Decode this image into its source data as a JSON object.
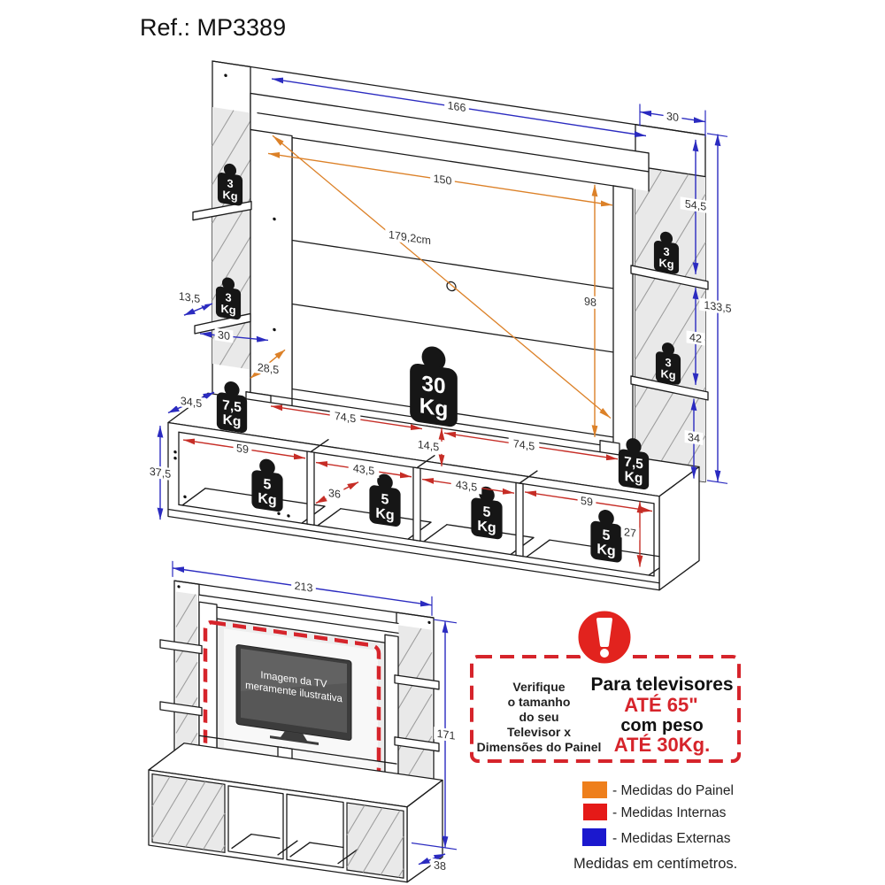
{
  "title": "Ref.: MP3389",
  "colors": {
    "panel_orange": "#DC8128",
    "internal_red": "#C62D26",
    "external_blue": "#2B2BC0",
    "legend_orange": "#EE7F1C",
    "legend_red": "#E51A18",
    "legend_blue": "#1B18CE",
    "warning_red": "#D6242B"
  },
  "dims": {
    "panel_top_width": "166",
    "right_col_width": "30",
    "right_shelf_top": "54,5",
    "total_height": "133,5",
    "right_shelf_mid": "42",
    "right_shelf_bottom": "34",
    "left_shelf_depth": "13,5",
    "left_col_width": "30",
    "shelf_gap": "28,5",
    "shelf_depth": "34,5",
    "cabinet_height": "37,5",
    "tv_width": "150",
    "tv_height": "98",
    "tv_diagonal": "179,2cm",
    "recess_left": "74,5",
    "recess_height": "14,5",
    "recess_right": "74,5",
    "comp1_width": "59",
    "comp2_width": "43,5",
    "comp_depth": "36",
    "comp3_width": "43,5",
    "comp4_width": "59",
    "cabinet_inner_height": "27",
    "unit_width": "213",
    "unit_height": "171",
    "unit_depth": "38"
  },
  "weights": {
    "w3": "3",
    "w5": "5",
    "w75": "7,5",
    "w30": "30",
    "unit": "Kg"
  },
  "tv_note": {
    "line1": "Imagem da TV",
    "line2": "meramente ilustrativa"
  },
  "warning": {
    "check": [
      "Verifique",
      "o tamanho",
      "do seu",
      "Televisor x",
      "Dimensões do Painel"
    ],
    "headline": "Para televisores",
    "size": "ATÉ 65\"",
    "weight_intro": "com peso",
    "weight": "ATÉ 30Kg."
  },
  "legend": {
    "items": [
      {
        "label": "- Medidas do Painel",
        "color": "#EE7F1C"
      },
      {
        "label": "- Medidas Internas",
        "color": "#E51A18"
      },
      {
        "label": "- Medidas Externas",
        "color": "#1B18CE"
      }
    ],
    "footer": "Medidas em centímetros."
  }
}
